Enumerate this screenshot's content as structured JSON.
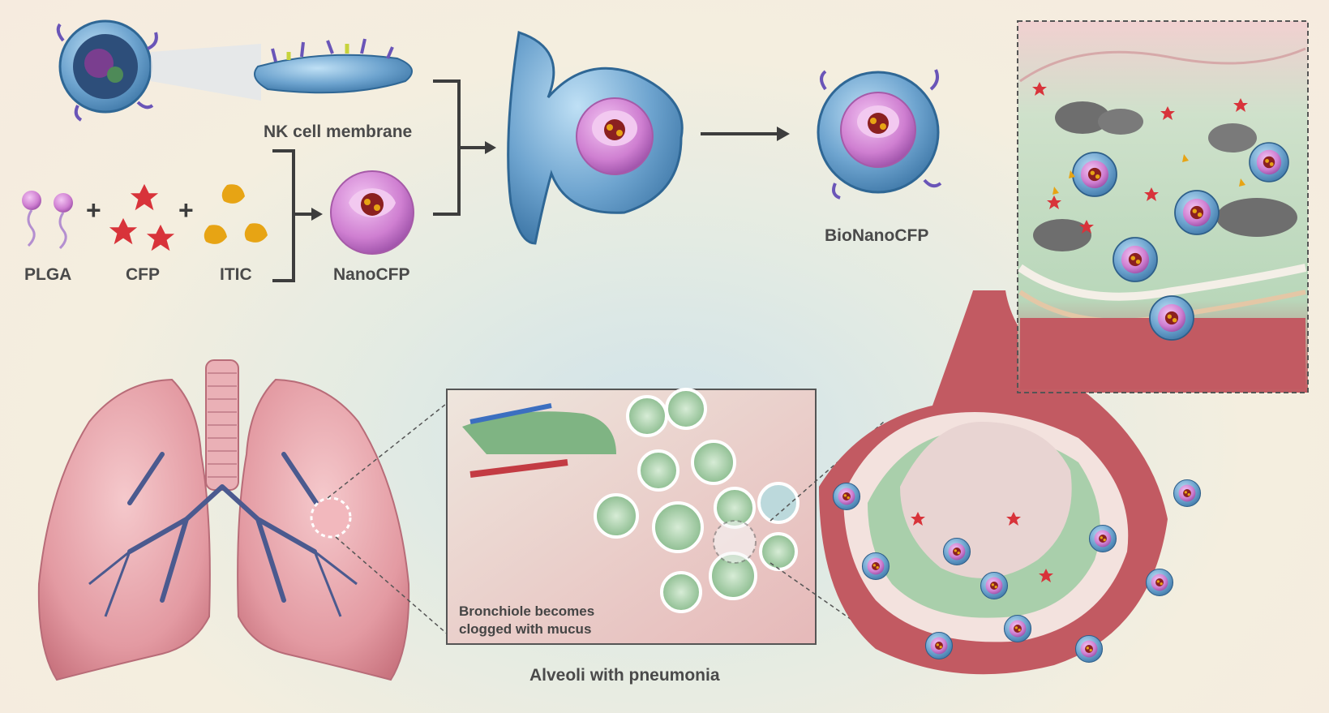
{
  "labels": {
    "nk_membrane": "NK cell membrane",
    "plga": "PLGA",
    "cfp": "CFP",
    "itic": "ITIC",
    "nanocfp": "NanoCFP",
    "bionanocfp": "BioNanoCFP",
    "caption_line1": "Bronchiole becomes",
    "caption_line2": "clogged with mucus",
    "alveoli": "Alveoli with pneumonia",
    "plus": "+"
  },
  "colors": {
    "membrane_blue": "#6ea4cf",
    "core_pink": "#cf7fd1",
    "drug_red": "#d8333a",
    "itic_gold": "#e7a414",
    "lung_pink": "#e8a0a8",
    "vessel_red": "#c8505a",
    "mucus_green": "#8fbf92",
    "arrow": "#3d3d3d"
  },
  "icons": [
    "plga-molecule-icon",
    "cfp-molecule-icon",
    "itic-molecule-icon",
    "nk-cell-icon",
    "nanoparticle-icon"
  ]
}
